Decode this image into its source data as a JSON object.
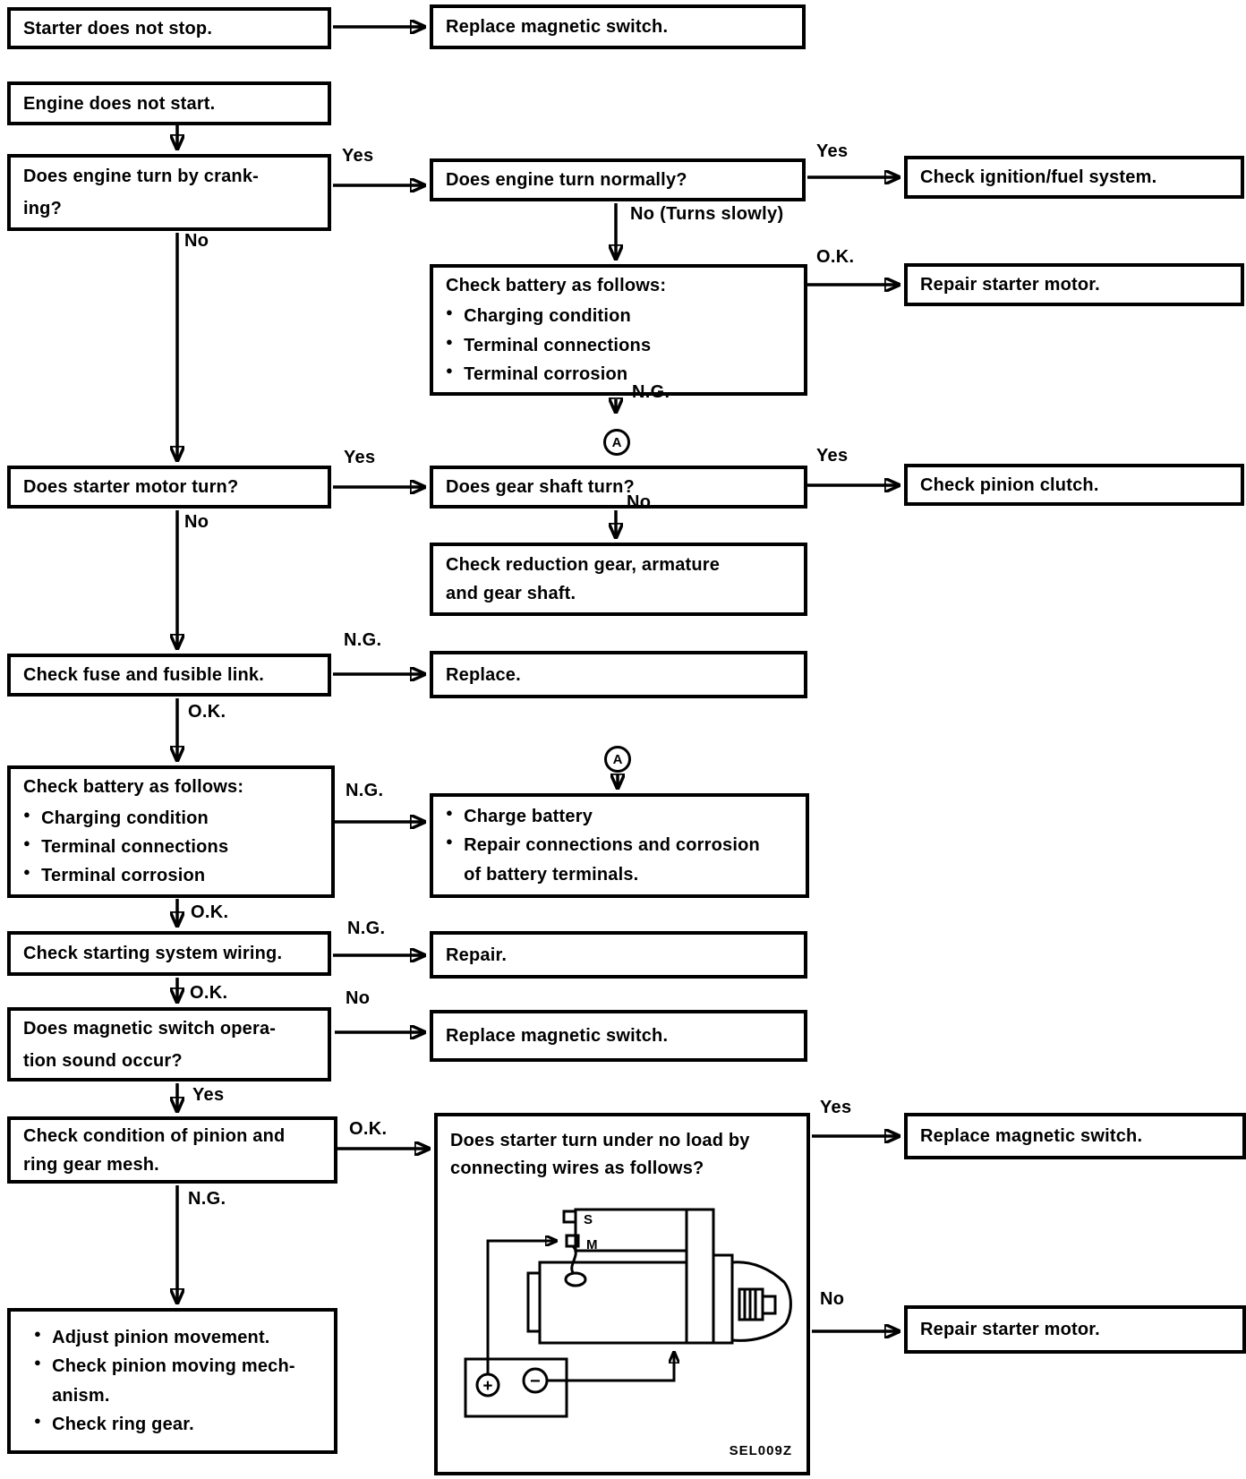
{
  "colors": {
    "ink": "#000000",
    "paper": "#ffffff"
  },
  "icons": {
    "bullet": "●"
  },
  "connector": {
    "label": "A"
  },
  "nodes": {
    "starter_does_not_stop": "Starter does not stop.",
    "replace_magnetic_switch_top": "Replace magnetic switch.",
    "engine_does_not_start": "Engine does not start.",
    "does_engine_turn_by_cranking": "Does engine turn by crank-\ning?",
    "does_engine_turn_normally": "Does engine turn normally?",
    "check_ignition_fuel_system": "Check ignition/fuel system.",
    "check_battery_1": {
      "title": "Check battery as follows:",
      "bullets": [
        "Charging condition",
        "Terminal connections",
        "Terminal corrosion"
      ]
    },
    "repair_starter_motor_1": "Repair starter motor.",
    "does_starter_motor_turn": "Does starter motor turn?",
    "does_gear_shaft_turn": "Does gear shaft turn?",
    "check_pinion_clutch": "Check pinion clutch.",
    "check_reduction_gear": "Check reduction gear, armature\nand gear shaft.",
    "check_fuse_fusible_link": "Check fuse and fusible link.",
    "replace_node": "Replace.",
    "check_battery_2": {
      "title": "Check battery as follows:",
      "bullets": [
        "Charging condition",
        "Terminal connections",
        "Terminal corrosion"
      ]
    },
    "charge_battery": {
      "bullets": [
        "Charge battery",
        "Repair connections and corrosion\nof battery terminals."
      ]
    },
    "check_starting_system_wiring": "Check starting system wiring.",
    "repair_node": "Repair.",
    "does_magnetic_switch_sound": "Does magnetic switch opera-\ntion sound occur?",
    "replace_magnetic_switch_mid": "Replace magnetic switch.",
    "check_pinion_ring_gear_mesh": "Check condition of pinion and\nring gear mesh.",
    "starter_no_load_test": "Does starter turn under no load by\nconnecting wires as follows?",
    "replace_magnetic_switch_bottom": "Replace magnetic switch.",
    "repair_starter_motor_2": "Repair starter motor.",
    "adjust_pinion": {
      "bullets": [
        "Adjust pinion movement.",
        "Check pinion moving mech-\nanism.",
        "Check ring gear."
      ]
    }
  },
  "edge_labels": {
    "cranking_yes": "Yes",
    "cranking_no": "No",
    "normally_yes": "Yes",
    "normally_no": "No (Turns slowly)",
    "battery1_ok": "O.K.",
    "battery1_ng": "N.G.",
    "starter_turn_yes": "Yes",
    "starter_turn_no": "No",
    "gear_shaft_yes": "Yes",
    "gear_shaft_no": "No",
    "fuse_ng": "N.G.",
    "fuse_ok": "O.K.",
    "battery2_ng": "N.G.",
    "battery2_ok": "O.K.",
    "wiring_ng": "N.G.",
    "wiring_ok": "O.K.",
    "switch_sound_no": "No",
    "switch_sound_yes": "Yes",
    "mesh_ok": "O.K.",
    "mesh_ng": "N.G.",
    "no_load_yes": "Yes",
    "no_load_no": "No"
  },
  "figure": {
    "terminal_s": "S",
    "terminal_m": "M",
    "battery_plus": "+",
    "battery_minus": "−",
    "code": "SEL009Z"
  }
}
